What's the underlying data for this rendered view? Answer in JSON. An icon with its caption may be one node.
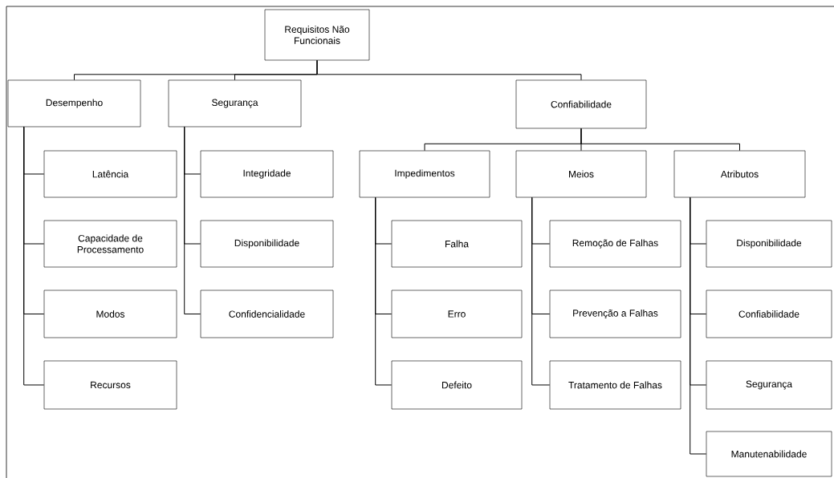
{
  "diagram": {
    "nodes": [
      {
        "text": [
          "Requisitos Não Funcionais"
        ]
      },
      {
        "text": [
          "Desempenho"
        ]
      },
      {
        "text": [
          "Segurança"
        ]
      },
      {
        "text": [
          "Confiabilidade"
        ]
      },
      {
        "text": [
          "Latência"
        ]
      },
      {
        "text": [
          "Capacidade de Processamento"
        ]
      },
      {
        "text": [
          "Modos"
        ]
      },
      {
        "text": [
          "Recursos"
        ]
      },
      {
        "text": [
          "Integridade"
        ]
      },
      {
        "text": [
          "Disponibilidade"
        ]
      },
      {
        "text": [
          "Confidencialidade"
        ]
      },
      {
        "text": [
          "Impedimentos"
        ]
      },
      {
        "text": [
          "Meios"
        ]
      },
      {
        "text": [
          "Atributos"
        ]
      },
      {
        "text": [
          "Falha"
        ]
      },
      {
        "text": [
          "Erro"
        ]
      },
      {
        "text": [
          "Defeito"
        ]
      },
      {
        "text": [
          "Remoção de Falhas"
        ]
      },
      {
        "text": [
          "Prevenção a Falhas"
        ]
      },
      {
        "text": [
          "Tratamento de Falhas"
        ]
      },
      {
        "text": [
          "Disponibilidade"
        ]
      },
      {
        "text": [
          "Confiabilidade"
        ]
      },
      {
        "text": [
          "Segurança"
        ]
      },
      {
        "text": [
          "Manutenabilidade"
        ]
      }
    ],
    "edges": [
      {
        "from": 0,
        "to": 1,
        "arrow": "none"
      },
      {
        "from": 0,
        "to": 2,
        "arrow": "none"
      },
      {
        "from": 0,
        "to": 3,
        "arrow": "none"
      },
      {
        "from": 1,
        "to": 4,
        "arrow": "none"
      },
      {
        "from": 1,
        "to": 5,
        "arrow": "none"
      },
      {
        "from": 1,
        "to": 6,
        "arrow": "none"
      },
      {
        "from": 1,
        "to": 7,
        "arrow": "none"
      },
      {
        "from": 2,
        "to": 8,
        "arrow": "none"
      },
      {
        "from": 2,
        "to": 9,
        "arrow": "none"
      },
      {
        "from": 2,
        "to": 10,
        "arrow": "none"
      },
      {
        "from": 3,
        "to": 11,
        "arrow": "none"
      },
      {
        "from": 3,
        "to": 12,
        "arrow": "none"
      },
      {
        "from": 3,
        "to": 13,
        "arrow": "none"
      },
      {
        "from": 11,
        "to": 14,
        "arrow": "none"
      },
      {
        "from": 11,
        "to": 15,
        "arrow": "none"
      },
      {
        "from": 11,
        "to": 16,
        "arrow": "none"
      },
      {
        "from": 12,
        "to": 17,
        "arrow": "none"
      },
      {
        "from": 12,
        "to": 18,
        "arrow": "none"
      },
      {
        "from": 12,
        "to": 19,
        "arrow": "none"
      },
      {
        "from": 13,
        "to": 20,
        "arrow": "none"
      },
      {
        "from": 13,
        "to": 21,
        "arrow": "none"
      },
      {
        "from": 13,
        "to": 22,
        "arrow": "none"
      },
      {
        "from": 13,
        "to": 23,
        "arrow": "none"
      }
    ]
  }
}
